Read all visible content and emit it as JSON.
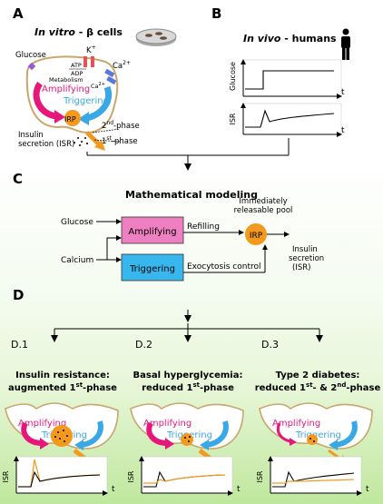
{
  "panels": {
    "a": {
      "letter": "A",
      "title_italic": "In vitro",
      "title_rest": " - β cells",
      "labels": {
        "glucose": "Glucose",
        "k": "K",
        "k_sup": "+",
        "ca": "Ca",
        "ca_sup": "2+",
        "ca_inner": "Ca",
        "ca_inner_sup": "2+",
        "atp": "ATP",
        "adp": "ADP",
        "metabolism": "Metabolism",
        "amplifying": "Amplifying",
        "triggering": "Triggering",
        "irp": "IRP",
        "second_phase": "2",
        "second_sup": "nd",
        "second_rest": "-phase",
        "first_phase": "1",
        "first_sup": "st",
        "first_rest": "-phase",
        "isr_line1": "Insulin",
        "isr_line2": "secretion (ISR)"
      }
    },
    "b": {
      "letter": "B",
      "title_italic": "In vivo",
      "title_rest": " - humans",
      "glucose_axis": "Glucose",
      "isr_axis": "ISR",
      "t_label": "t"
    },
    "c": {
      "letter": "C",
      "title": "Mathematical modeling",
      "glucose": "Glucose",
      "calcium": "Calcium",
      "amplifying": "Amplifying",
      "triggering": "Triggering",
      "refilling": "Refilling",
      "exocytosis": "Exocytosis control",
      "irp": "IRP",
      "pool_line1": "Immediately",
      "pool_line2": "releasable pool",
      "isr_line1": "Insulin",
      "isr_line2": "secretion",
      "isr_line3": "(ISR)"
    },
    "d": {
      "letter": "D",
      "subpanels": [
        {
          "label": "D.1",
          "title1": "Insulin resistance:",
          "title2": "augmented 1",
          "title2_sup": "st",
          "title2_rest": "-phase",
          "amplifying": "Amplifying",
          "triggering": "Triggering",
          "isr": "ISR",
          "t": "t"
        },
        {
          "label": "D.2",
          "title1": "Basal hyperglycemia:",
          "title2": "reduced 1",
          "title2_sup": "st",
          "title2_rest": "-phase",
          "amplifying": "Amplifying",
          "triggering": "Triggering",
          "isr": "ISR",
          "t": "t"
        },
        {
          "label": "D.3",
          "title1": "Type 2 diabetes:",
          "title2": "reduced 1",
          "title2_sup": "st",
          "title2_rest": "- & 2",
          "title2_sup2": "nd",
          "title2_rest2": "-phase",
          "amplifying": "Amplifying",
          "triggering": "Triggering",
          "isr": "ISR",
          "t": "t"
        }
      ]
    }
  },
  "colors": {
    "amplifying": "#e6177a",
    "triggering": "#3aa8e6",
    "irp": "#f39a1e",
    "membrane": "#c9a66b",
    "amplifying_box": "#ee7fc0",
    "triggering_box": "#38b6ee",
    "trace_orange": "#f39a1e",
    "trace_black": "#000000"
  }
}
